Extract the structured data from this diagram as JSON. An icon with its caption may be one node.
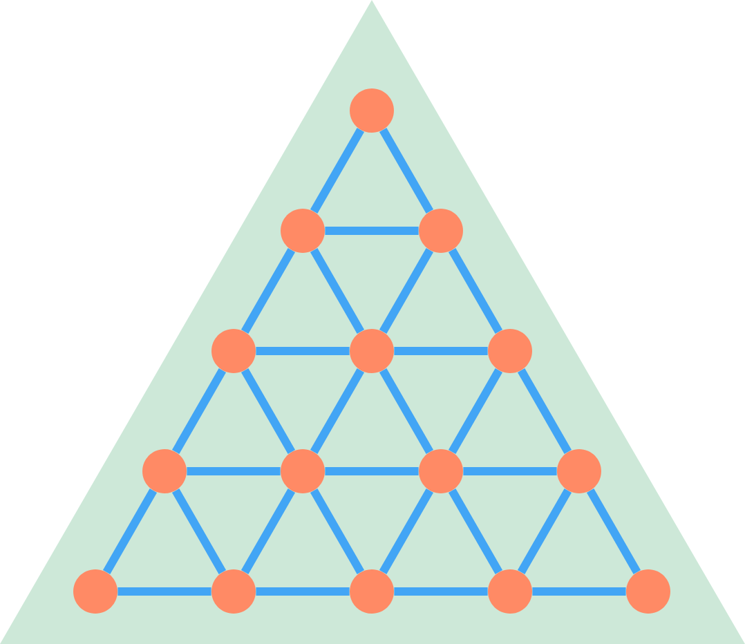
{
  "diagram": {
    "nodes": [
      {
        "text": [],
        "shape": "circle"
      },
      {
        "text": [],
        "shape": "circle"
      },
      {
        "text": [],
        "shape": "circle"
      },
      {
        "text": [],
        "shape": "circle"
      },
      {
        "text": [],
        "shape": "circle"
      },
      {
        "text": [],
        "shape": "circle"
      },
      {
        "text": [],
        "shape": "circle"
      },
      {
        "text": [],
        "shape": "circle"
      },
      {
        "text": [],
        "shape": "circle"
      },
      {
        "text": [],
        "shape": "circle"
      },
      {
        "text": [],
        "shape": "circle"
      },
      {
        "text": [],
        "shape": "circle"
      },
      {
        "text": [],
        "shape": "circle"
      },
      {
        "text": [],
        "shape": "circle"
      },
      {
        "text": [],
        "shape": "circle"
      }
    ],
    "edges": [
      {
        "from": 0,
        "to": 1,
        "arrow": "none"
      },
      {
        "from": 0,
        "to": 2,
        "arrow": "none"
      },
      {
        "from": 1,
        "to": 2,
        "arrow": "none"
      },
      {
        "from": 1,
        "to": 3,
        "arrow": "none"
      },
      {
        "from": 1,
        "to": 4,
        "arrow": "none"
      },
      {
        "from": 2,
        "to": 4,
        "arrow": "none"
      },
      {
        "from": 2,
        "to": 5,
        "arrow": "none"
      },
      {
        "from": 3,
        "to": 4,
        "arrow": "none"
      },
      {
        "from": 4,
        "to": 5,
        "arrow": "none"
      },
      {
        "from": 3,
        "to": 6,
        "arrow": "none"
      },
      {
        "from": 3,
        "to": 7,
        "arrow": "none"
      },
      {
        "from": 4,
        "to": 7,
        "arrow": "none"
      },
      {
        "from": 4,
        "to": 8,
        "arrow": "none"
      },
      {
        "from": 5,
        "to": 8,
        "arrow": "none"
      },
      {
        "from": 5,
        "to": 9,
        "arrow": "none"
      },
      {
        "from": 6,
        "to": 7,
        "arrow": "none"
      },
      {
        "from": 7,
        "to": 8,
        "arrow": "none"
      },
      {
        "from": 8,
        "to": 9,
        "arrow": "none"
      },
      {
        "from": 6,
        "to": 10,
        "arrow": "none"
      },
      {
        "from": 6,
        "to": 11,
        "arrow": "none"
      },
      {
        "from": 7,
        "to": 11,
        "arrow": "none"
      },
      {
        "from": 7,
        "to": 12,
        "arrow": "none"
      },
      {
        "from": 8,
        "to": 12,
        "arrow": "none"
      },
      {
        "from": 8,
        "to": 13,
        "arrow": "none"
      },
      {
        "from": 9,
        "to": 13,
        "arrow": "none"
      },
      {
        "from": 9,
        "to": 14,
        "arrow": "none"
      },
      {
        "from": 10,
        "to": 11,
        "arrow": "none"
      },
      {
        "from": 11,
        "to": 12,
        "arrow": "none"
      },
      {
        "from": 12,
        "to": 13,
        "arrow": "none"
      },
      {
        "from": 13,
        "to": 14,
        "arrow": "none"
      }
    ]
  }
}
